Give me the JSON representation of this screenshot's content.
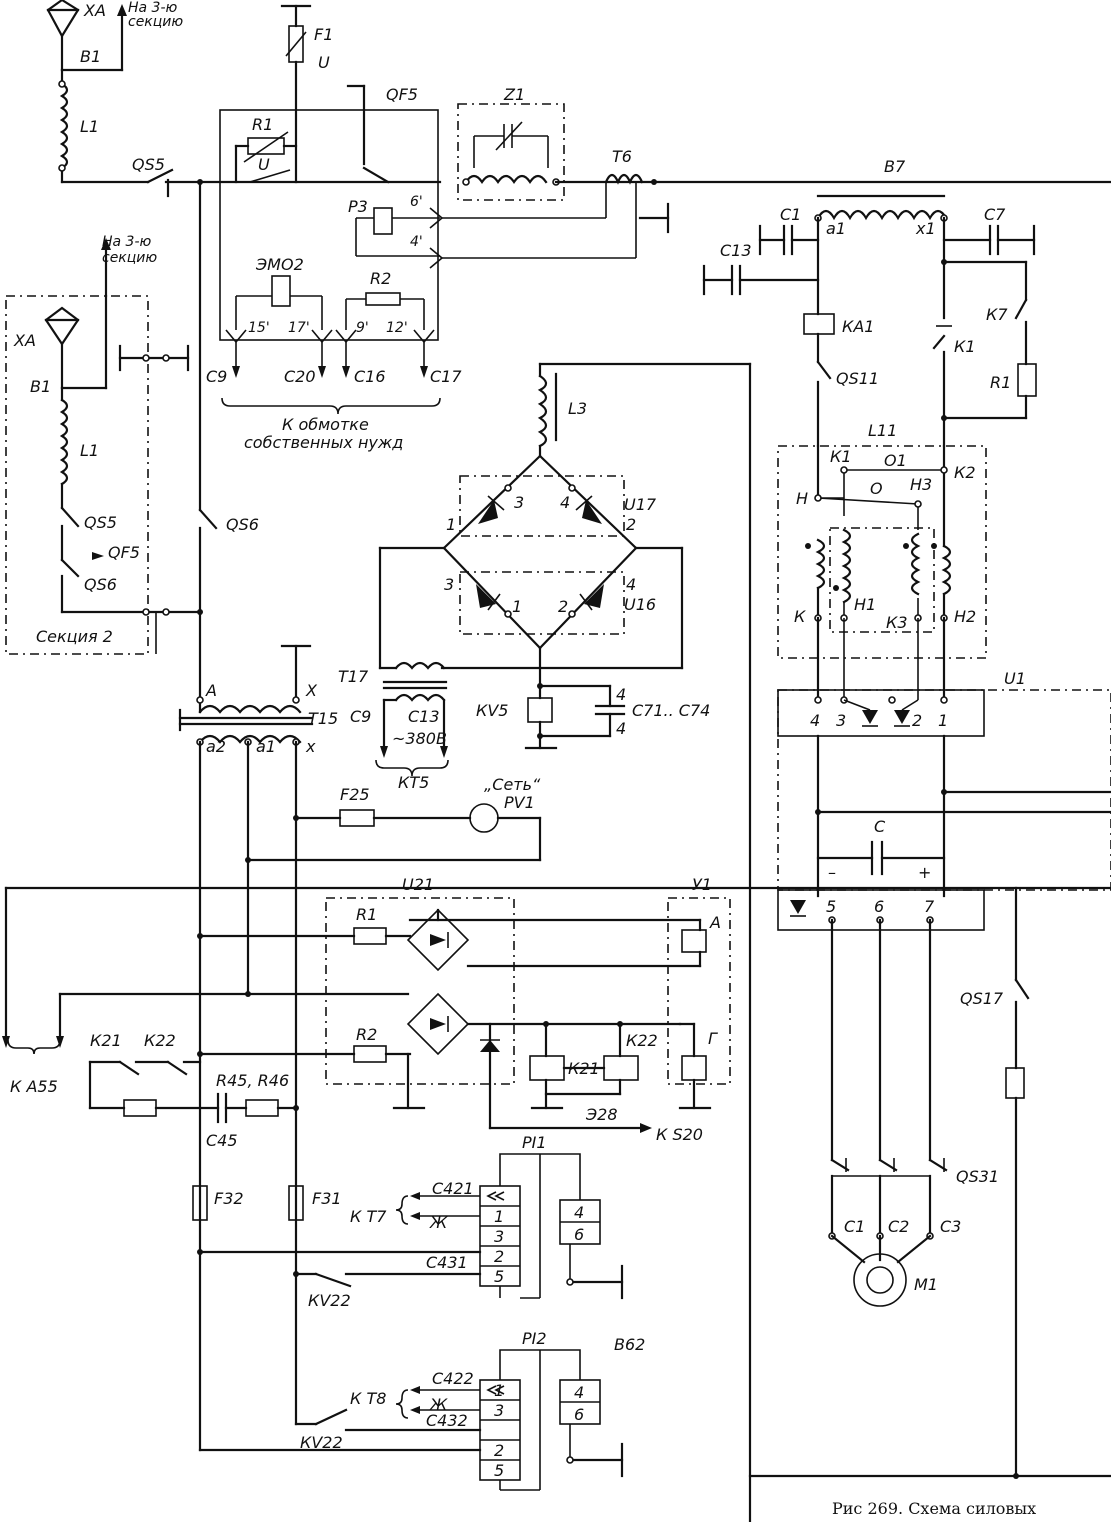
{
  "caption": "Рис 269. Схема силовых",
  "labels": {
    "xa1": "ХА",
    "to3a": "На 3-ю",
    "to3b": "секцию",
    "b1": "В1",
    "l1": "L1",
    "qs5": "QS5",
    "f1": "F1",
    "u": "U",
    "qf5": "QF5",
    "r1": "R1",
    "z1": "Z1",
    "t6": "Т6",
    "b7": "В7",
    "p3": "Р3",
    "p6": "6'",
    "p4": "4'",
    "emo2": "ЭМО2",
    "r2": "R2",
    "p15": "15'",
    "p17": "17'",
    "p9": "9'",
    "p12": "12'",
    "c9": "С9",
    "c20": "С20",
    "c16": "С16",
    "c17": "С17",
    "own1": "К обмотке",
    "own2": "собственных нужд",
    "to3a2": "На 3-ю",
    "to3b2": "секцию",
    "xa2": "ХА",
    "b12": "В1",
    "l12": "L1",
    "qs5b": "QS5",
    "qf5b": "QF5",
    "qs6b": "QS6",
    "sec2": "Секция 2",
    "qs6": "QS6",
    "l3": "L3",
    "u17": "U17",
    "u16": "U16",
    "n1": "1",
    "n2": "2",
    "n3": "3",
    "n4": "4",
    "t17": "Т17",
    "c9b": "С9",
    "c13b": "С13",
    "v380": "~380В",
    "kt5": "КТ5",
    "kv5": "КV5",
    "c71": "С71.. С74",
    "cnt4a": "4",
    "cnt4b": "4",
    "c1": "С1",
    "c7": "С7",
    "c13": "С13",
    "a1": "а1",
    "x1": "х1",
    "ka1": "КА1",
    "k7": "К7",
    "k1": "К1",
    "r1b": "R1",
    "qs11": "QS11",
    "l11": "L11",
    "k1b": "К1",
    "o1": "О1",
    "o": "О",
    "h3": "Н3",
    "k2": "К2",
    "h": "Н",
    "k": "К",
    "h1": "Н1",
    "k3": "К3",
    "h2": "Н2",
    "u1": "U1",
    "t4": "4",
    "t3": "3",
    "t2": "2",
    "t1": "1",
    "cc": "С",
    "minus": "–",
    "plus": "+",
    "t5": "5",
    "t6n": "6",
    "t7": "7",
    "ta": "А",
    "tx": "Х",
    "t15": "Т15",
    "ta2": "а2",
    "ta1": "а1",
    "tx2": "х",
    "f25": "F25",
    "set": "„Сеть“",
    "pv1": "PV1",
    "u21": "U21",
    "y1": "У1",
    "ra": "R1",
    "rb": "R2",
    "aa": "А",
    "gg": "Г",
    "k21": "К21",
    "k22": "К22",
    "ka55": "К А55",
    "r4546": "R45, R46",
    "c45": "С45",
    "k21b": "К21",
    "k22b": "К22",
    "e28": "Э28",
    "ks20": "К S20",
    "qs17": "QS17",
    "qs31": "QS31",
    "m1": "М1",
    "mc1": "С1",
    "mc2": "С2",
    "mc3": "С3",
    "f32": "F32",
    "f31": "F31",
    "pi1": "РI1",
    "c421": "С421",
    "kt7": "К Т7",
    "zh1": "Ж",
    "c431": "С431",
    "kv22": "КV22",
    "pi2": "РI2",
    "b62": "В62",
    "c422": "С422",
    "kt8": "К Т8",
    "zh2": "Ж",
    "c432": "С432",
    "kv22b": "КV22",
    "r1n": "1",
    "r3n": "3",
    "r2n": "2",
    "r5n": "5",
    "r4n": "4",
    "r6n": "6",
    "s1n": "1",
    "s3n": "3",
    "s2n": "2",
    "s5n": "5",
    "s4n": "4",
    "s6n": "6"
  }
}
